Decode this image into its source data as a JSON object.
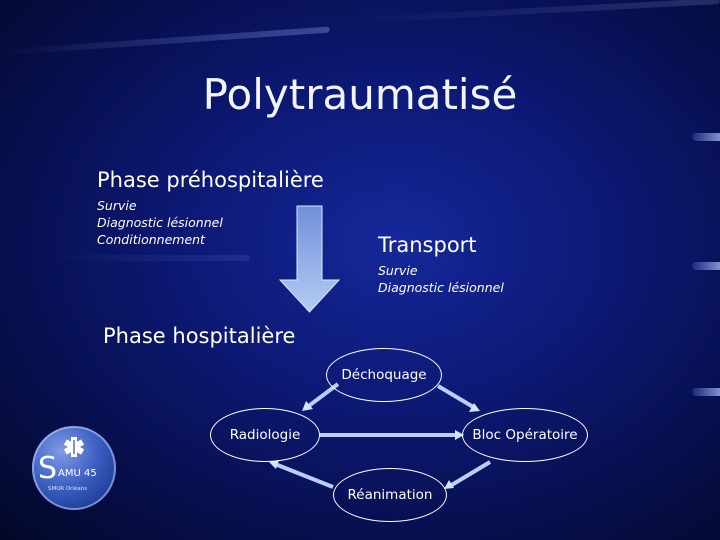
{
  "title": "Polytraumatisé",
  "prehospital": {
    "heading": "Phase préhospitalière",
    "items": [
      "Survie",
      "Diagnostic lésionnel",
      "Conditionnement"
    ]
  },
  "transport": {
    "heading": "Transport",
    "items": [
      "Survie",
      "Diagnostic lésionnel"
    ]
  },
  "hospital": {
    "heading": "Phase hospitalière",
    "nodes": {
      "dechoquage": "Déchoquage",
      "radiologie": "Radiologie",
      "bloc": "Bloc Opératoire",
      "reanimation": "Réanimation"
    }
  },
  "logo": {
    "letter": "S",
    "text": "AMU 45",
    "subtitle": "SMUR Orléans"
  },
  "colors": {
    "background": "#0d1a78",
    "arrow_fill": "#a9c4f2",
    "connector": "#b8d0ff"
  }
}
